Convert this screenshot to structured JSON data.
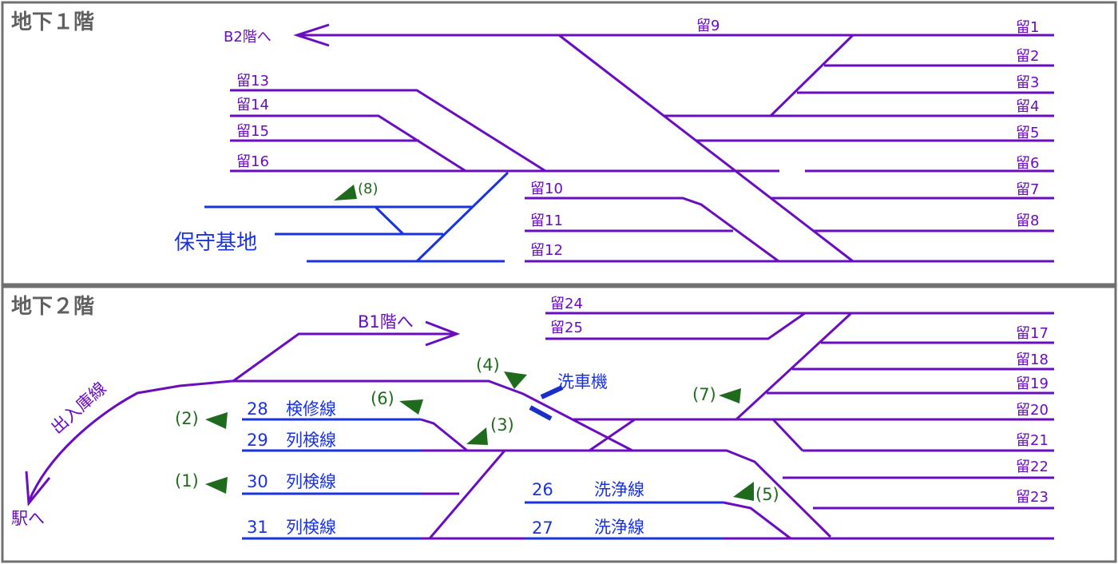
{
  "colors": {
    "track": "#6a0dbf",
    "track_blue": "#1a33e0",
    "marker": "#1e6b1e",
    "washer": "#1a2fc8",
    "frame": "#707070",
    "title": "#606060"
  },
  "floors": {
    "b1": {
      "title": "地下１階"
    },
    "b2": {
      "title": "地下２階"
    }
  },
  "b1": {
    "to_b2": "B2階へ",
    "maintenance_base": "保守基地",
    "marker_8": "(8)",
    "tracks": {
      "r1": "留1",
      "r2": "留2",
      "r3": "留3",
      "r4": "留4",
      "r5": "留5",
      "r6": "留6",
      "r7": "留7",
      "r8": "留8",
      "r9": "留9",
      "r10": "留10",
      "r11": "留11",
      "r12": "留12",
      "r13": "留13",
      "r14": "留14",
      "r15": "留15",
      "r16": "留16"
    }
  },
  "b2": {
    "to_b1": "B1階へ",
    "access_line": "出入庫線",
    "to_station": "駅へ",
    "car_washer": "洗車機",
    "markers": {
      "m1": "(1)",
      "m2": "(2)",
      "m3": "(3)",
      "m4": "(4)",
      "m5": "(5)",
      "m6": "(6)",
      "m7": "(7)"
    },
    "numbered_tracks": {
      "t28": {
        "no": "28",
        "name": "検修線"
      },
      "t29": {
        "no": "29",
        "name": "列検線"
      },
      "t30": {
        "no": "30",
        "name": "列検線"
      },
      "t31": {
        "no": "31",
        "name": "列検線"
      },
      "t26": {
        "no": "26",
        "name": "洗浄線"
      },
      "t27": {
        "no": "27",
        "name": "洗浄線"
      }
    },
    "tracks": {
      "r17": "留17",
      "r18": "留18",
      "r19": "留19",
      "r20": "留20",
      "r21": "留21",
      "r22": "留22",
      "r23": "留23",
      "r24": "留24",
      "r25": "留25"
    }
  }
}
